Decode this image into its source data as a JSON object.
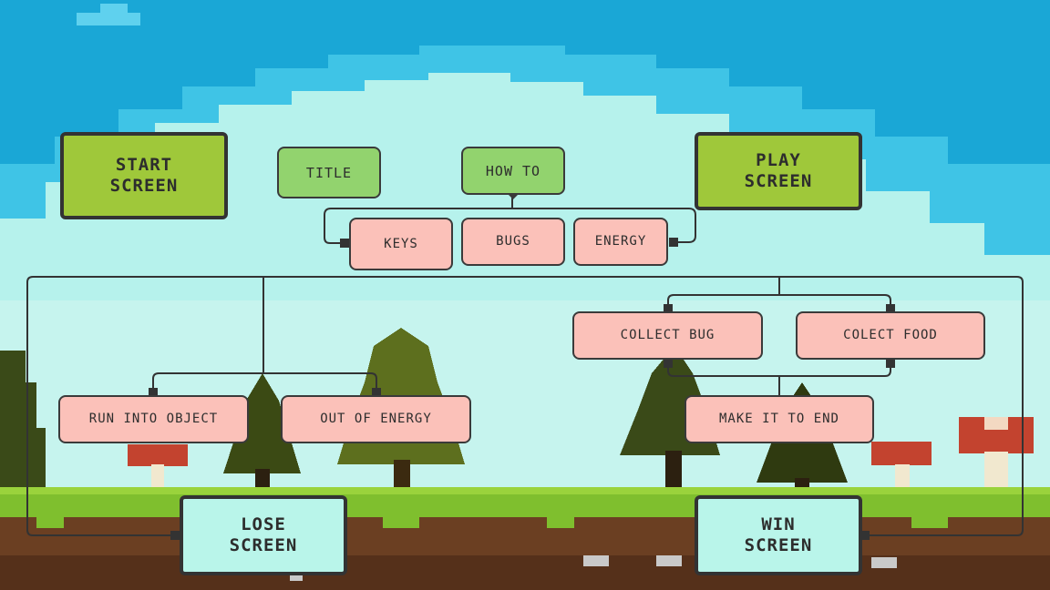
{
  "nodes": {
    "start_screen": "START\nSCREEN",
    "title": "TITLE",
    "how_to": "HOW TO",
    "play_screen": "PLAY\nSCREEN",
    "keys": "KEYS",
    "bugs": "BUGS",
    "energy": "ENERGY",
    "collect_bug": "COLLECT BUG",
    "colect_food": "COLECT FOOD",
    "run_into_object": "RUN INTO OBJECT",
    "out_of_energy": "OUT OF ENERGY",
    "make_it_to_end": "MAKE IT TO END",
    "lose_screen": "LOSE\nSCREEN",
    "win_screen": "WIN\nSCREEN"
  },
  "colors": {
    "sky_top": "#1aa7d6",
    "sky_light": "#3fc4e6",
    "cloud": "#b6f2ec",
    "grass": "#7fbf2e",
    "dirt": "#6b3f22",
    "screen_green": "#9fc83a",
    "sub_green": "#92d36e",
    "pink_node": "#fbc1b9",
    "screen_cyan": "#b9f5ea",
    "line": "#333333"
  }
}
